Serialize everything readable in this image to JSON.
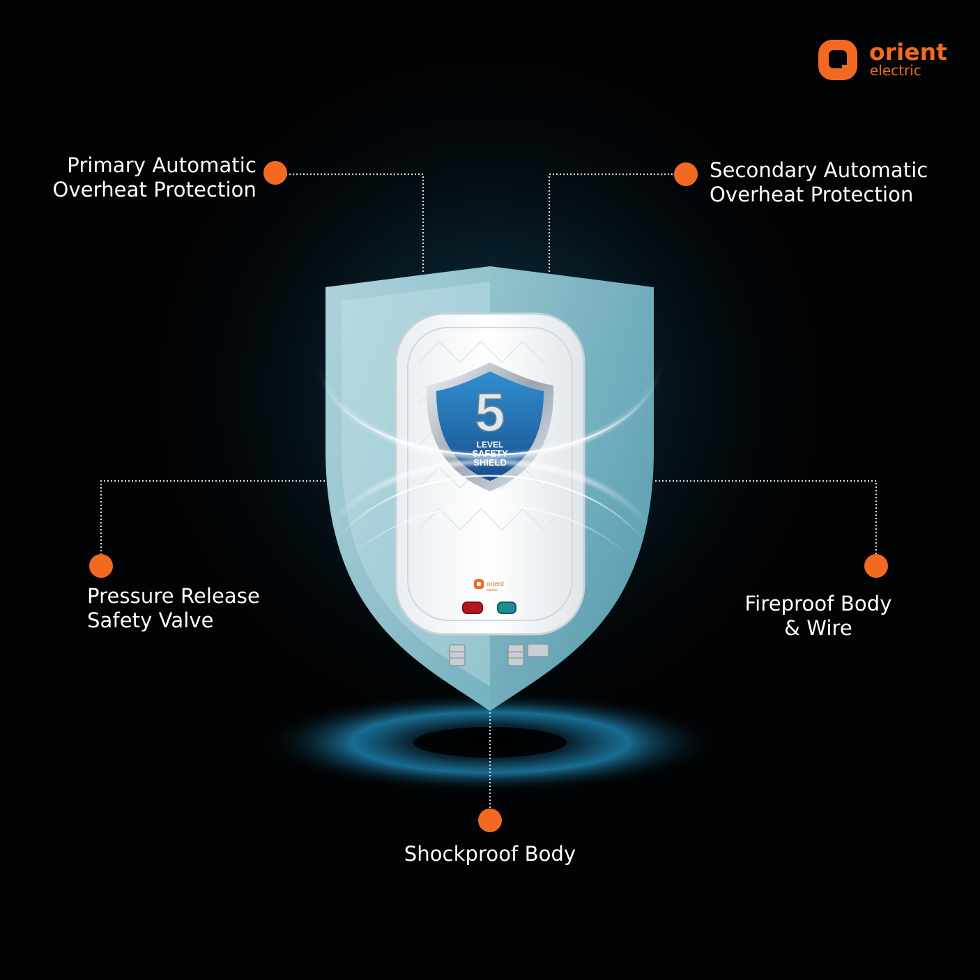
{
  "brand": {
    "name": "orient",
    "sub": "electric",
    "color": "#f26a21"
  },
  "features": {
    "primary": {
      "line1": "Primary Automatic",
      "line2": "Overheat Protection"
    },
    "secondary": {
      "line1": "Secondary Automatic",
      "line2": "Overheat Protection"
    },
    "pressure": {
      "line1": "Pressure Release",
      "line2": "Safety Valve"
    },
    "fireproof": {
      "line1": "Fireproof Body",
      "line2": "& Wire"
    },
    "shockproof": {
      "line1": "Shockproof Body"
    }
  },
  "badge": {
    "number": "5",
    "line1": "LEVEL",
    "line2": "SAFETY",
    "line3": "SHIELD"
  },
  "product_logo": {
    "name": "orient",
    "sub": "electric"
  },
  "colors": {
    "accent": "#f26a21",
    "shield": "#a9d4dc",
    "glow": "#1c7fa8",
    "badge_blue": "#1f5f9e"
  }
}
